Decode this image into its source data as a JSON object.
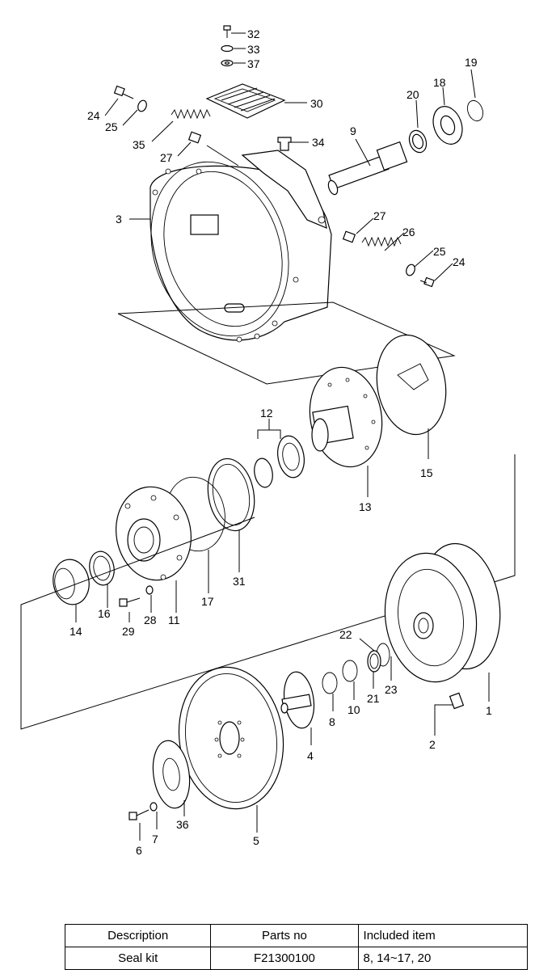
{
  "callouts": [
    "32",
    "33",
    "37",
    "30",
    "24",
    "25",
    "35",
    "27",
    "34",
    "9",
    "20",
    "18",
    "19",
    "3",
    "27",
    "26",
    "25",
    "24",
    "12",
    "15",
    "13",
    "31",
    "17",
    "11",
    "16",
    "14",
    "29",
    "28",
    "22",
    "21",
    "23",
    "10",
    "8",
    "4",
    "1",
    "2",
    "36",
    "7",
    "6",
    "5"
  ],
  "table": {
    "headers": [
      "Description",
      "Parts no",
      "Included item"
    ],
    "rows": [
      [
        "Seal kit",
        "F21300100",
        "8, 14~17, 20"
      ]
    ]
  }
}
